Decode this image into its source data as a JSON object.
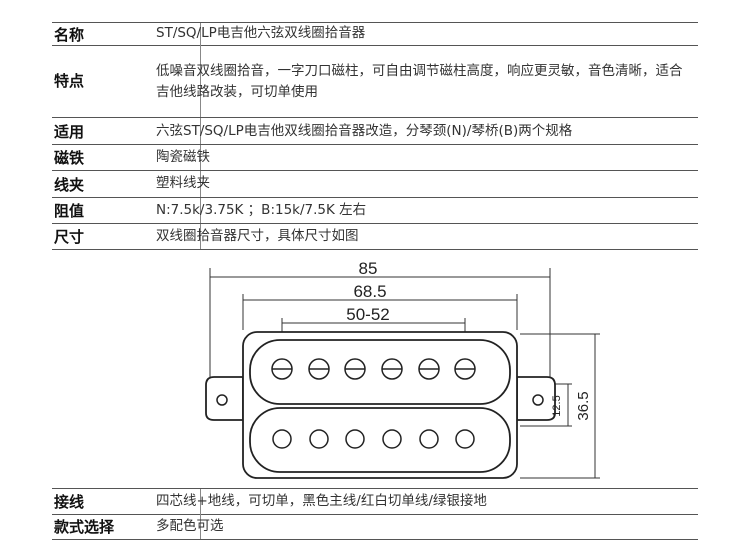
{
  "rows": {
    "name": {
      "label": "名称",
      "value": "ST/SQ/LP电吉他六弦双线圈拾音器"
    },
    "feature": {
      "label": "特点",
      "value": "低噪音双线圈拾音，一字刀口磁柱，可自由调节磁柱高度，响应更灵敏，音色清晰，适合吉他线路改装，可切单使用"
    },
    "fit": {
      "label": "适用",
      "value": "六弦ST/SQ/LP电吉他双线圈拾音器改造，分琴颈(N)/琴桥(B)两个规格"
    },
    "magnet": {
      "label": "磁铁",
      "value": "陶瓷磁铁"
    },
    "clip": {
      "label": "线夹",
      "value": "塑料线夹"
    },
    "impedance": {
      "label": "阻值",
      "value": "N:7.5k/3.75K ；B:15k/7.5K 左右"
    },
    "size": {
      "label": "尺寸",
      "value": "双线圈拾音器尺寸，具体尺寸如图"
    },
    "wiring": {
      "label": "接线",
      "value": "四芯线+地线，可切单，黑色主线/红白切单线/绿银接地"
    },
    "style": {
      "label": "款式选择",
      "value": "多配色可选"
    }
  },
  "diagram": {
    "overall_length": "85",
    "bobbin_length": "68.5",
    "pole_spacing": "50-52",
    "coil_width": "12.5",
    "overall_width": "36.5"
  }
}
